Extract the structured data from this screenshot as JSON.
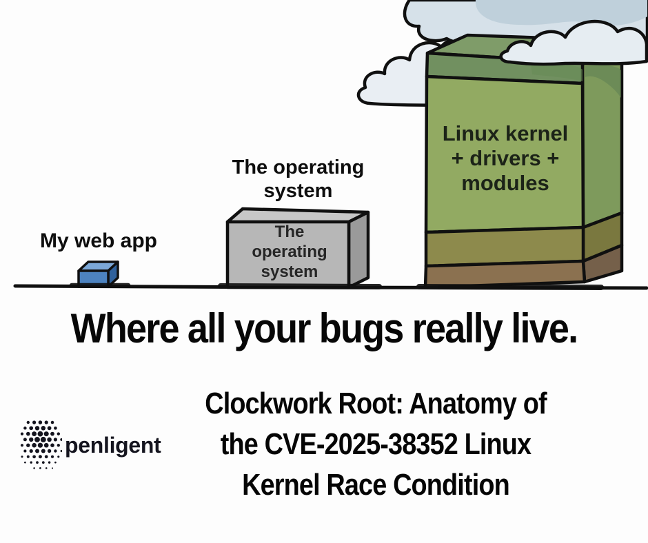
{
  "meme": {
    "web_app_label": "My web app",
    "os_label_above": "The operating\nsystem",
    "os_label_on_box": "The\noperating\nsystem",
    "kernel_label": "Linux kernel\n+ drivers +\nmodules",
    "caption": "Where all your bugs really live."
  },
  "branding": {
    "logo_text": "penligent",
    "title": "Clockwork Root: Anatomy of\nthe CVE-2025-38352 Linux\nKernel Race Condition"
  },
  "colors": {
    "ink": "#101010",
    "cube_blue_front": "#4d83c0",
    "cube_blue_top": "#7ca8d8",
    "cube_blue_side": "#2f619c",
    "gray_front": "#b7b7b7",
    "gray_top": "#c7c7c7",
    "gray_side": "#9a9a9a",
    "green_front": "#92aa62",
    "green_band": "#719060",
    "green_top": "#7f9c69",
    "green_side": "#7e9a5c",
    "olive_front": "#8d8a4c",
    "olive_side": "#7a783f",
    "brown_front": "#8b7150",
    "brown_side": "#75604a",
    "cloud_light": "#e9eef3",
    "cloud_mid": "#e6edf2",
    "cloud_dark": "#d6e1e9",
    "cloud_shadow": "#bfd0db"
  },
  "icons": {
    "logo": "penligent-dots-logo"
  }
}
